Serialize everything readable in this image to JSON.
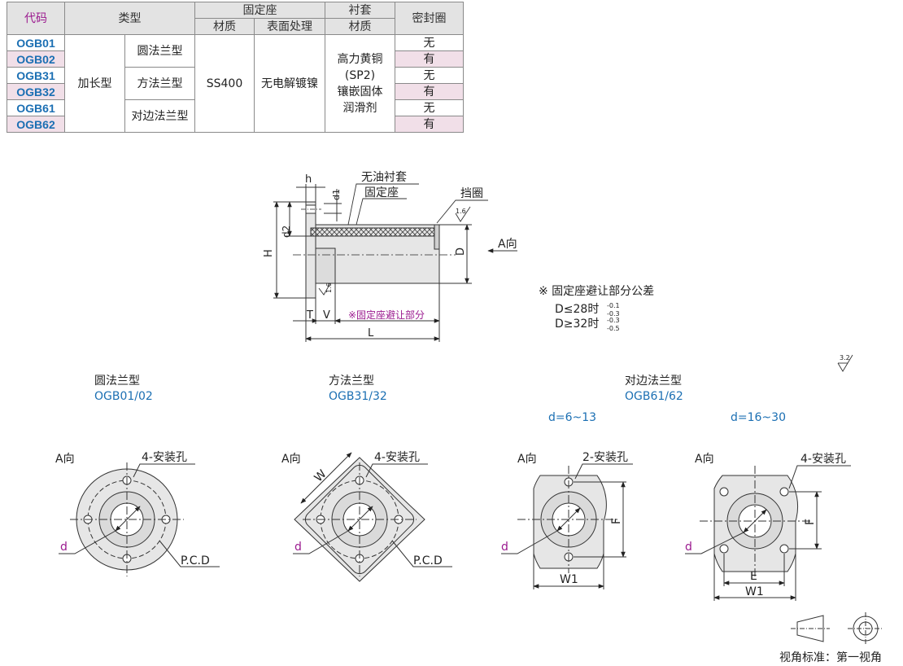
{
  "table": {
    "headers": {
      "code": "代码",
      "type": "类型",
      "mount": "固定座",
      "sleeve": "衬套",
      "seal": "密封圈",
      "material": "材质",
      "surface": "表面处理",
      "sleeve_material": "材质"
    },
    "rows": [
      {
        "code": "OGB01",
        "seal": "无"
      },
      {
        "code": "OGB02",
        "seal": "有"
      },
      {
        "code": "OGB31",
        "seal": "无"
      },
      {
        "code": "OGB32",
        "seal": "有"
      },
      {
        "code": "OGB61",
        "seal": "无"
      },
      {
        "code": "OGB62",
        "seal": "有"
      }
    ],
    "type_main": "加长型",
    "type_sub": [
      "圆法兰型",
      "方法兰型",
      "对边法兰型"
    ],
    "mount_material": "SS400",
    "surface_treatment": "无电解镀镍",
    "sleeve_material_lines": [
      "高力黄铜",
      "(SP2)",
      "镶嵌固体",
      "润滑剂"
    ]
  },
  "main_drawing": {
    "labels": {
      "h": "h",
      "d1": "d1",
      "d2": "d2",
      "H": "H",
      "D": "D",
      "T": "T",
      "V": "V",
      "L": "L",
      "oilless_sleeve": "无油衬套",
      "mount": "固定座",
      "retaining_ring": "挡圈",
      "view_a": "A向",
      "roughness_16a": "1.6",
      "roughness_16b": "1.6",
      "relief_label": "※固定座避让部分"
    },
    "tolerance": {
      "title": "※ 固定座避让部分公差",
      "line1_main": "D≤28时",
      "line1_up": "-0.1",
      "line1_low": "-0.3",
      "line2_main": "D≥32时",
      "line2_up": "-0.3",
      "line2_low": "-0.5"
    },
    "roughness_global": "3.2"
  },
  "views": {
    "round": {
      "title": "圆法兰型",
      "code": "OGB01/02",
      "view_label": "A向",
      "holes": "4-安装孔",
      "d": "d",
      "pcd": "P.C.D"
    },
    "square": {
      "title": "方法兰型",
      "code": "OGB31/32",
      "view_label": "A向",
      "holes": "4-安装孔",
      "d": "d",
      "pcd": "P.C.D",
      "w": "W"
    },
    "flat": {
      "title": "对边法兰型",
      "code": "OGB61/62",
      "left": {
        "range": "d=6~13",
        "view_label": "A向",
        "holes": "2-安装孔",
        "d": "d",
        "F": "F",
        "W1": "W1"
      },
      "right": {
        "range": "d=16~30",
        "view_label": "A向",
        "holes": "4-安装孔",
        "d": "d",
        "F": "F",
        "E": "E",
        "W1": "W1"
      }
    }
  },
  "projection_note": "视角标准：第一视角",
  "colors": {
    "code_blue": "#1b6fb3",
    "header_purple": "#9b1a8f",
    "pink_row": "#f1dfe8",
    "part_gray": "#e6e6e6"
  }
}
